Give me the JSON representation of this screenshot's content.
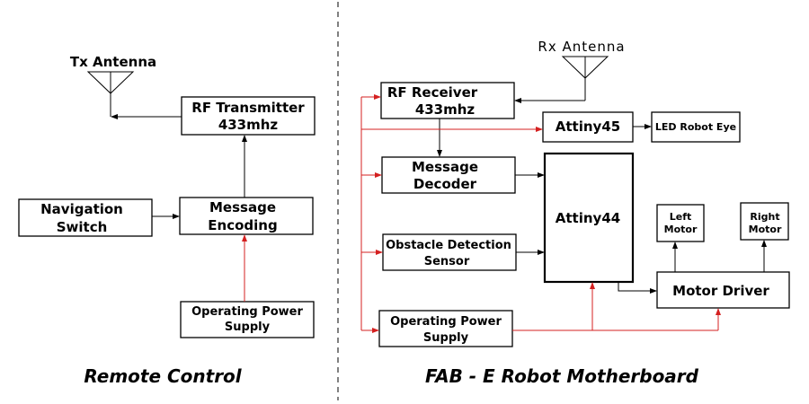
{
  "colors": {
    "power_line": "#d42020",
    "signal_line": "#000000"
  },
  "remote_control": {
    "section_title": "Remote Control",
    "tx_antenna_label": "Tx Antenna",
    "rf_transmitter": [
      "RF Transmitter",
      "433mhz"
    ],
    "navigation_switch": [
      "Navigation",
      "Switch"
    ],
    "message_encoding": [
      "Message",
      "Encoding"
    ],
    "power_supply": [
      "Operating Power",
      "Supply"
    ]
  },
  "robot": {
    "section_title": "FAB - E Robot Motherboard",
    "rx_antenna_label": "Rx Antenna",
    "rf_receiver": [
      "RF Receiver",
      "433mhz"
    ],
    "attiny45": "Attiny45",
    "led_robot_eye": "LED Robot Eye",
    "message_decoder": [
      "Message",
      "Decoder"
    ],
    "attiny44": "Attiny44",
    "obstacle_sensor": [
      "Obstacle Detection",
      "Sensor"
    ],
    "left_motor": [
      "Left",
      "Motor"
    ],
    "right_motor": [
      "Right",
      "Motor"
    ],
    "motor_driver": "Motor Driver",
    "power_supply": [
      "Operating Power",
      "Supply"
    ]
  }
}
